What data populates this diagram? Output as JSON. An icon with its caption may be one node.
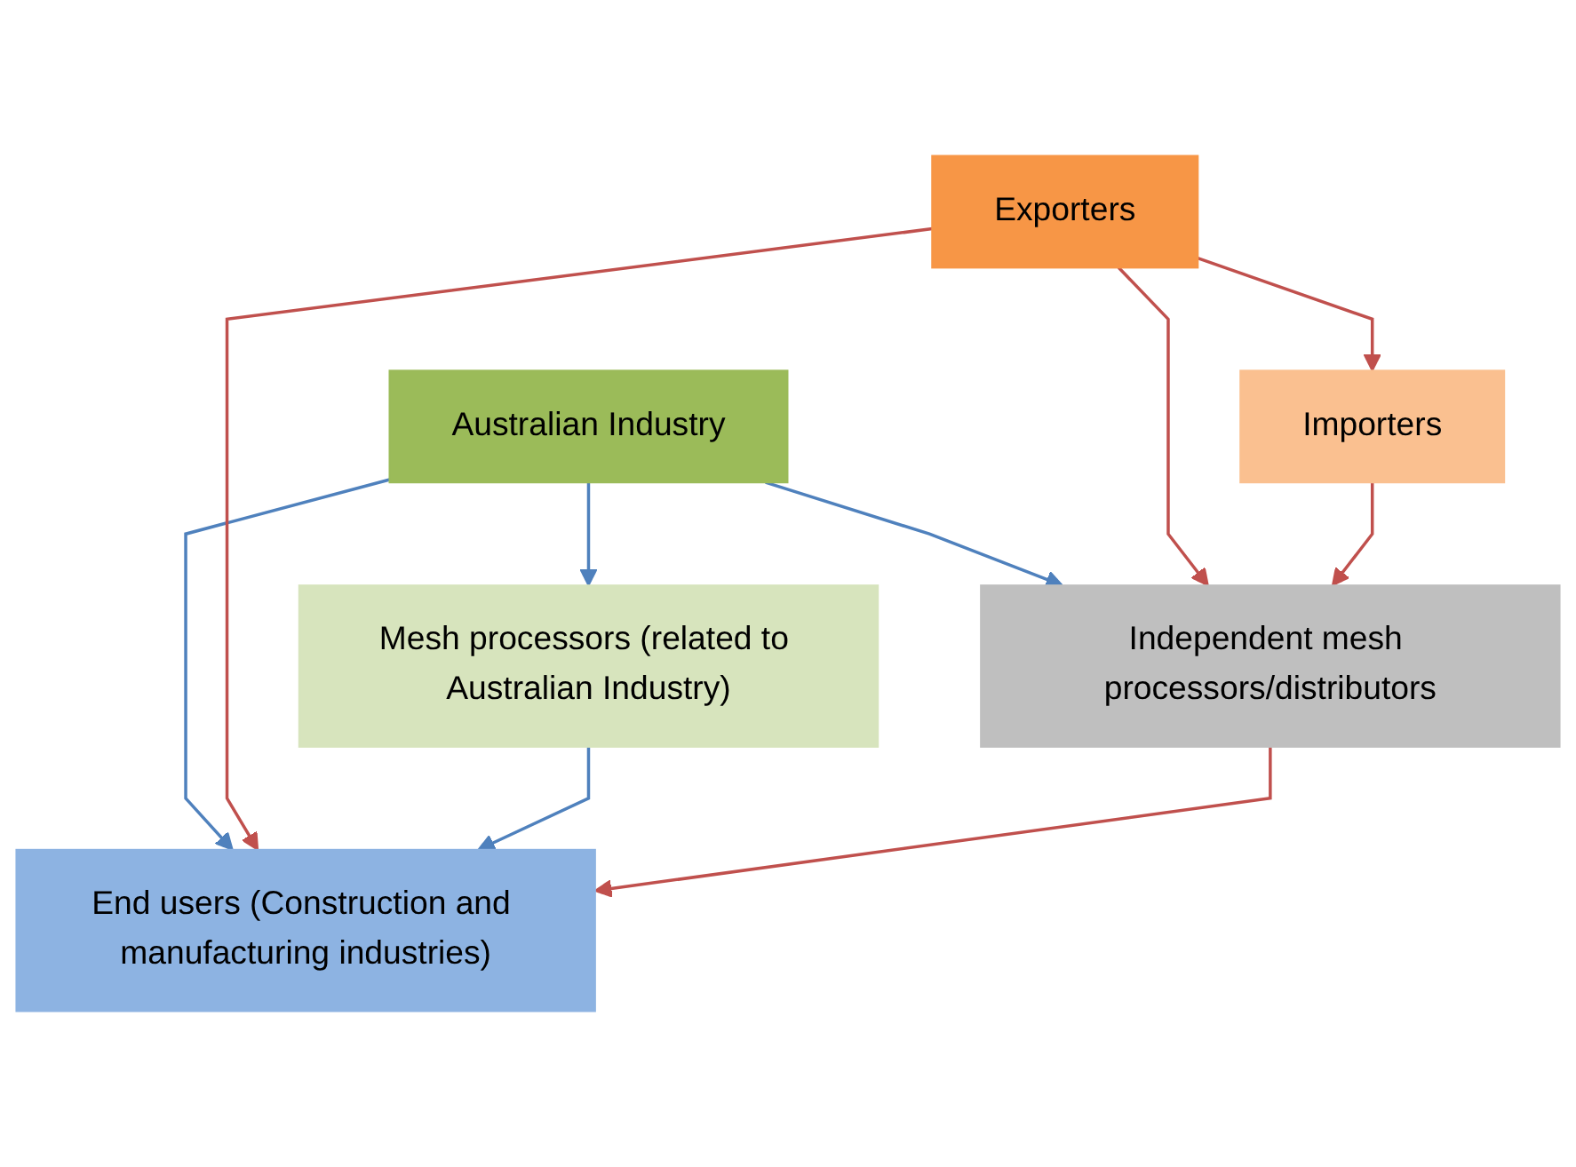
{
  "diagram": {
    "nodes": [
      {
        "text": [
          "Australian Industry"
        ]
      },
      {
        "text": [
          "Exporters"
        ]
      },
      {
        "text": [
          "Importers"
        ]
      },
      {
        "text": [
          "Mesh processors (related to Australian Industry)"
        ]
      },
      {
        "text": [
          "Independent mesh processors/distributors"
        ]
      },
      {
        "text": [
          "End users (Construction and manufacturing industries)"
        ]
      }
    ],
    "edges": [
      {
        "from": 0,
        "to": 3,
        "arrow": "to",
        "color": "#4f81bd"
      },
      {
        "from": 0,
        "to": 5,
        "arrow": "to",
        "color": "#4f81bd"
      },
      {
        "from": 0,
        "to": 4,
        "arrow": "to",
        "color": "#4f81bd"
      },
      {
        "from": 1,
        "to": 5,
        "arrow": "to",
        "color": "#c0504d"
      },
      {
        "from": 1,
        "to": 4,
        "arrow": "to",
        "color": "#c0504d"
      },
      {
        "from": 1,
        "to": 2,
        "arrow": "to",
        "color": "#c0504d"
      },
      {
        "from": 2,
        "to": 4,
        "arrow": "to",
        "color": "#c0504d"
      },
      {
        "from": 3,
        "to": 5,
        "arrow": "to",
        "color": "#4f81bd"
      },
      {
        "from": 4,
        "to": 5,
        "arrow": "to",
        "color": "#c0504d"
      }
    ]
  }
}
